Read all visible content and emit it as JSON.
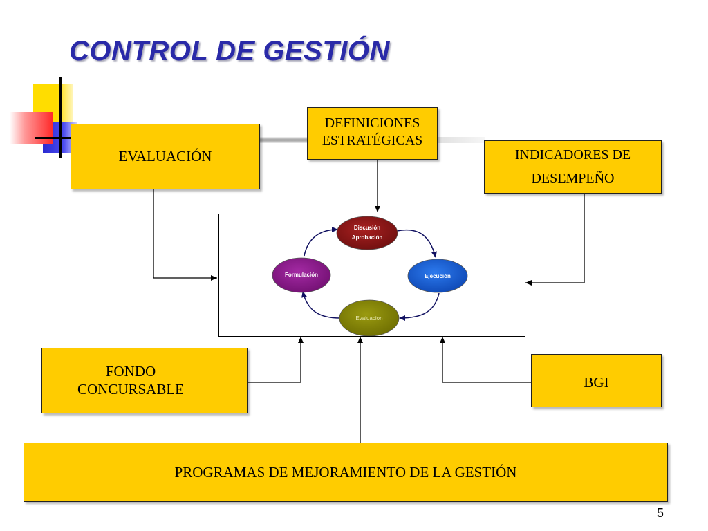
{
  "slide": {
    "title": "CONTROL DE GESTIÓN",
    "page_number": "5"
  },
  "boxes": {
    "evaluacion": "EVALUACIÓN",
    "definiciones": [
      "DEFINICIONES",
      "ESTRATÉGICAS"
    ],
    "indicadores": [
      "INDICADORES DE",
      "DESEMPEÑO"
    ],
    "fondo": [
      "FONDO",
      "CONCURSABLE"
    ],
    "bgi": "BGI",
    "programas": "PROGRAMAS DE MEJORAMIENTO DE LA GESTIÓN"
  },
  "cycle": {
    "discusion": [
      "Discusión",
      "Aprobación"
    ],
    "ejecucion": "Ejecución",
    "evaluacion": "Evaluacion",
    "formulacion": "Formulación"
  },
  "colors": {
    "box_fill": "#ffcc00",
    "title": "#2a2aa8",
    "discusion": "#8b1a1a",
    "ejecucion": "#1a5fd0",
    "evaluacion": "#808000",
    "formulacion": "#8a1a8a",
    "cycle_arrow": "#101060"
  }
}
